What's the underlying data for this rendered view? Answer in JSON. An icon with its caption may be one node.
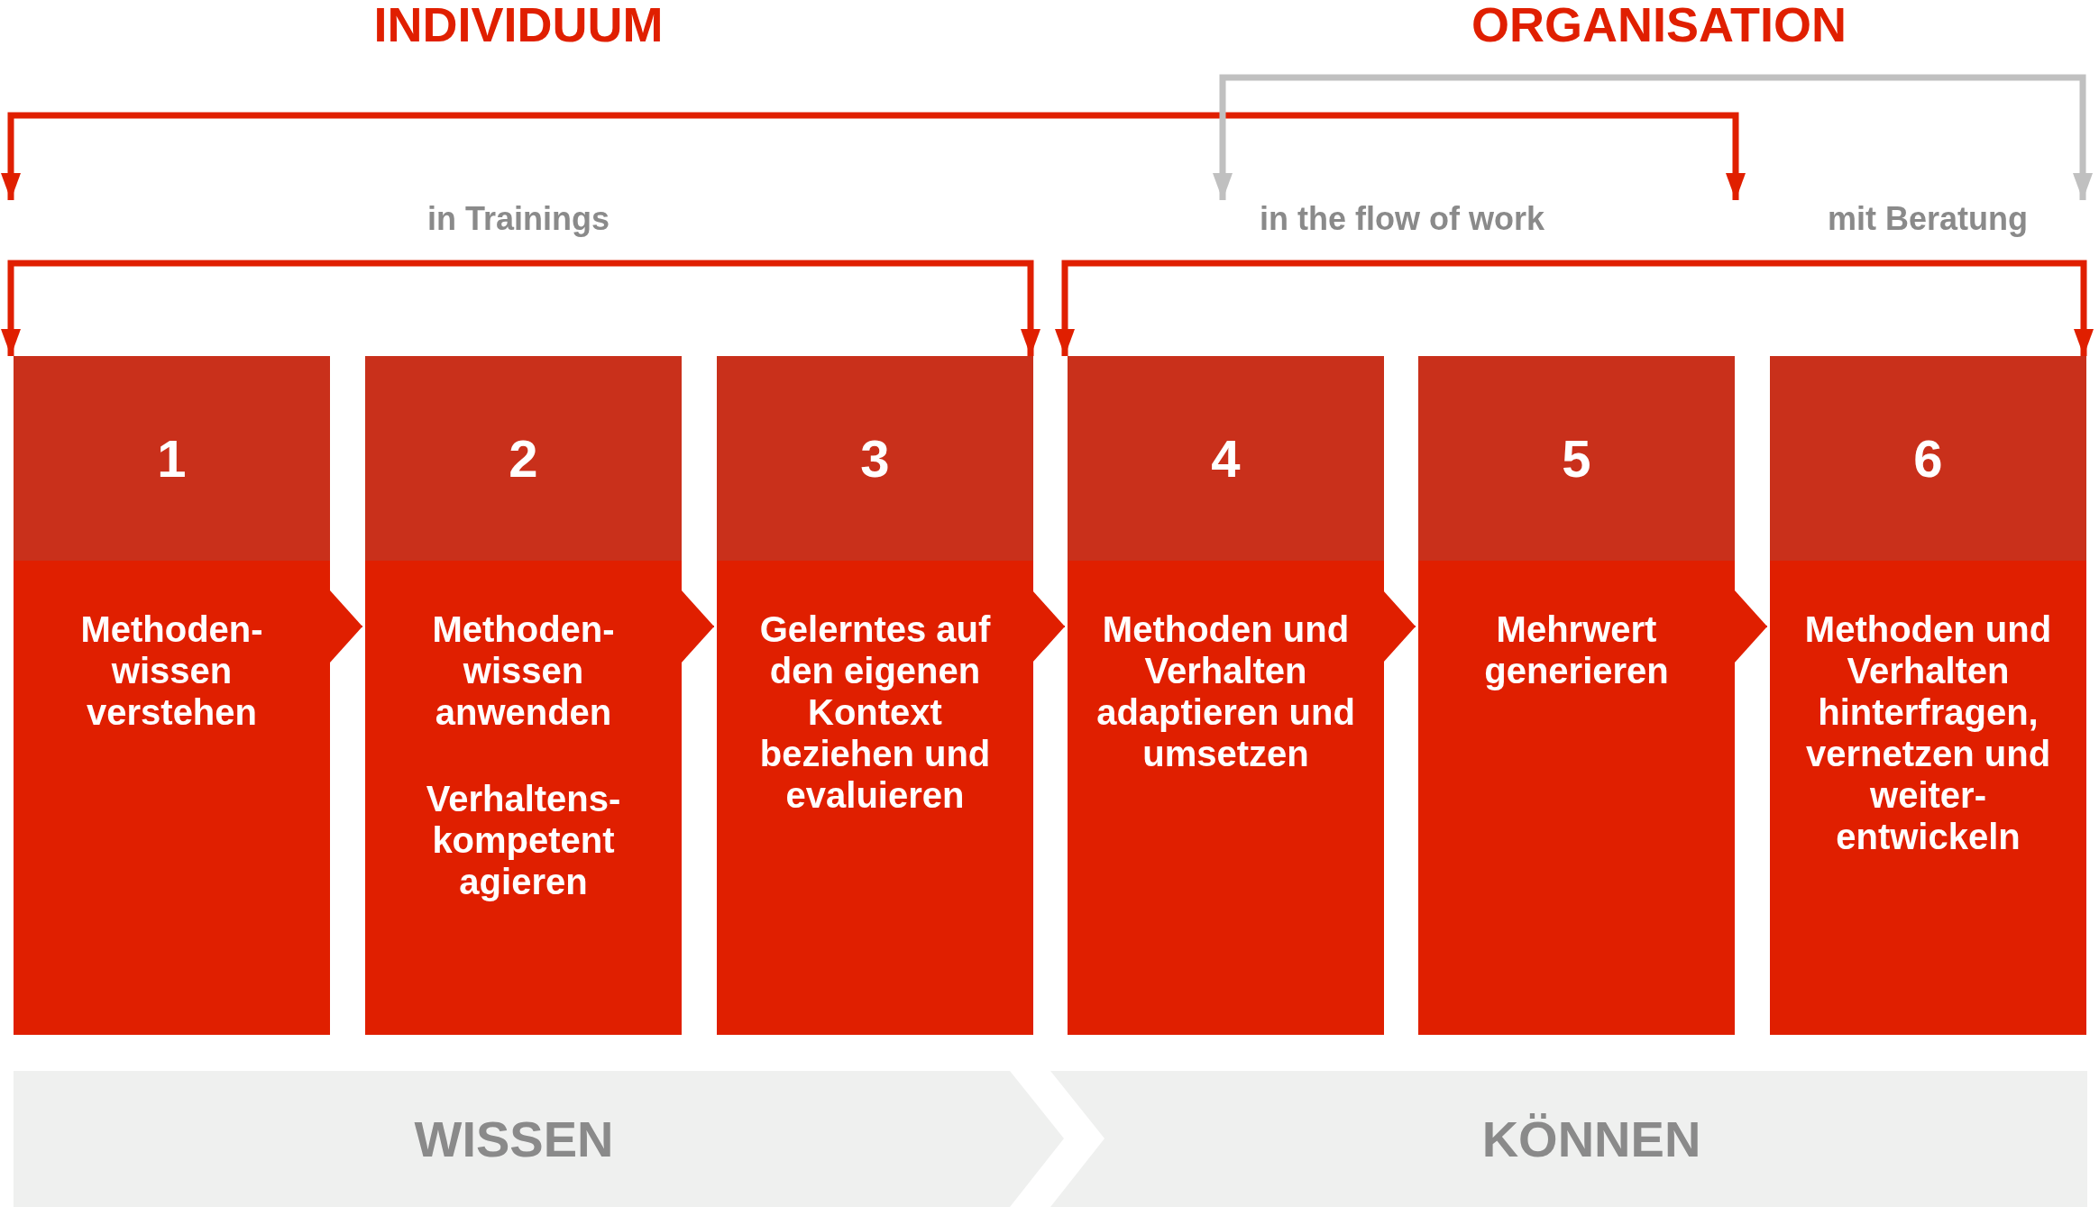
{
  "diagram": {
    "nodes": [
      {
        "text": [
          "1",
          "Methoden- wissen verstehen"
        ]
      },
      {
        "text": [
          "2",
          "Methoden- wissen anwenden",
          "Verhaltens- kompetent agieren"
        ]
      },
      {
        "text": [
          "3",
          "Gelerntes auf den eigenen Kontext beziehen und evaluieren"
        ]
      },
      {
        "text": [
          "4",
          "Methoden und Verhalten adaptieren und umsetzen"
        ]
      },
      {
        "text": [
          "5",
          "Mehrwert generieren"
        ]
      },
      {
        "text": [
          "6",
          "Methoden und Verhalten hinterfragen, vernetzen und weiter- entwickeln"
        ]
      },
      {
        "text": [
          "WISSEN"
        ]
      },
      {
        "text": [
          "KÖNNEN"
        ]
      }
    ],
    "edges": [
      {
        "from": 0,
        "to": 1,
        "arrow": "to"
      },
      {
        "from": 1,
        "to": 2,
        "arrow": "to"
      },
      {
        "from": 2,
        "to": 3,
        "arrow": "to"
      },
      {
        "from": 3,
        "to": 4,
        "arrow": "to"
      },
      {
        "from": 4,
        "to": 5,
        "arrow": "to"
      },
      {
        "from": 0,
        "to": 2,
        "arrow": "both",
        "style": "thick"
      },
      {
        "from": 3,
        "to": 5,
        "arrow": "both",
        "style": "thick"
      }
    ],
    "labels": [
      "INDIVIDUUM",
      "ORGANISATION",
      "in Trainings",
      "in the flow of work",
      "mit Beratung"
    ]
  }
}
